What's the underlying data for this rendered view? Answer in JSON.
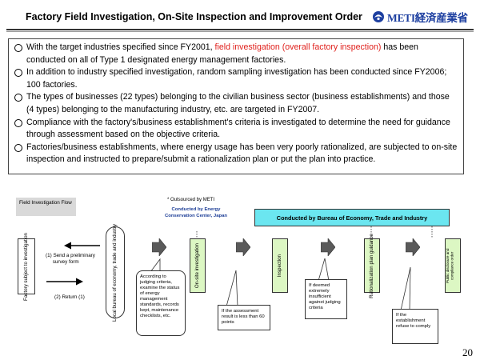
{
  "header": {
    "title": "Factory Field Investigation, On-Site Inspection and Improvement Order",
    "logo_text": "METI経済産業省"
  },
  "bullets": [
    {
      "before": "With the target industries specified since FY2001, ",
      "highlight": "field investigation (overall factory inspection)",
      "after": " has been conducted on all of Type 1 designated energy management factories."
    },
    {
      "before": "In addition to industry specified investigation, random sampling investigation has been conducted since FY2006; 100 factories.",
      "highlight": "",
      "after": ""
    },
    {
      "before": "The types of businesses (22 types) belonging to the civilian business sector (business establishments) and those (4 types) belonging to the manufacturing industry, etc. are targeted in FY2007.",
      "highlight": "",
      "after": ""
    },
    {
      "before": "Compliance with the factory's/business establishment's criteria is investigated to determine the need for guidance through assessment based on the objective criteria.",
      "highlight": "",
      "after": ""
    },
    {
      "before": "Factories/business establishments, where energy usage has been very poorly rationalized, are subjected to on-site inspection and instructed to prepare/submit a rationalization plan or put the plan into practice.",
      "highlight": "",
      "after": ""
    }
  ],
  "flow": {
    "label": "Field Investigation Flow",
    "outsourced_note": "* Outsourced by METI",
    "outsourced_to": "Conducted by Energy Conservation Center, Japan",
    "bureau_note": "Conducted by Bureau of Economy, Trade and Industry",
    "factory": "Factory subject to investigation",
    "send_msg": "(1) Send a preliminary survey form",
    "return_msg": "(2) Return (1)",
    "local_bureau": "Local bureau of economy, trade and industry",
    "judging_callout": "According to judging criteria, examine the status of energy management standards, records kept, maintenance checklists, etc.",
    "onsite": "On-site investigation",
    "assessment_callout": "If the assessment result is less than 60 points",
    "inspection": "Inspection",
    "insufficient_callout": "If deemed extremely insufficient against judging criteria",
    "rationalization": "Rationalization plan guidance",
    "refuse_callout": "If the establishment refuse to comply",
    "public": "Public disclosure and compliance order"
  },
  "page_number": "20",
  "colors": {
    "highlight_red": "#e0201c",
    "bureau_cyan": "#6be6f0",
    "box_green": "#dcf7c3",
    "logo_blue": "#1d3fa0",
    "arrow_gray": "#5a5a5a"
  }
}
